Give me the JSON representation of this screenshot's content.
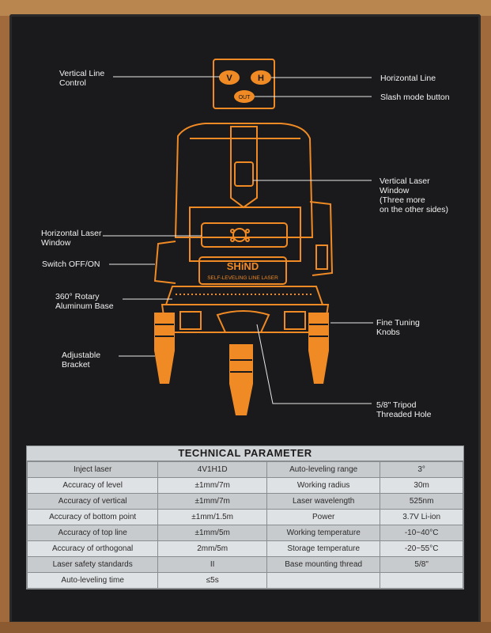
{
  "device": {
    "brand": "SHiND",
    "subtitle": "SELF-LEVELING LINE LASER",
    "buttons": {
      "v": "V",
      "h": "H",
      "out": "OUT"
    }
  },
  "callouts": {
    "vertical_line_control": "Vertical Line\nControl",
    "horizontal_line": "Horizontal Line",
    "slash_mode_button": "Slash mode button",
    "vertical_laser_window": "Vertical Laser\nWindow\n(Three more\non the other sides)",
    "horizontal_laser_window": "Horizontal Laser\nWindow",
    "switch_off_on": "Switch OFF/ON",
    "rotary_base": "360° Rotary\nAluminum Base",
    "fine_tuning_knobs": "Fine Tuning\nKnobs",
    "adjustable_bracket": "Adjustable\nBracket",
    "tripod_hole": "5/8\" Tripod\nThreaded Hole"
  },
  "table": {
    "title": "TECHNICAL PARAMETER",
    "rows": [
      [
        "Inject laser",
        "4V1H1D",
        "Auto-leveling range",
        "3°"
      ],
      [
        "Accuracy of level",
        "±1mm/7m",
        "Working radius",
        "30m"
      ],
      [
        "Accuracy of vertical",
        "±1mm/7m",
        "Laser wavelength",
        "525nm"
      ],
      [
        "Accuracy of bottom point",
        "±1mm/1.5m",
        "Power",
        "3.7V Li-ion"
      ],
      [
        "Accuracy of top line",
        "±1mm/5m",
        "Working temperature",
        "-10~40°C"
      ],
      [
        "Accuracy of orthogonal",
        "2mm/5m",
        "Storage temperature",
        "-20~55°C"
      ],
      [
        "Laser safety standards",
        "II",
        "Base mounting thread",
        "5/8\""
      ],
      [
        "Auto-leveling time",
        "≤5s",
        "",
        ""
      ]
    ]
  },
  "colors": {
    "accent": "#f08a24",
    "box": "#1a1a1c"
  }
}
